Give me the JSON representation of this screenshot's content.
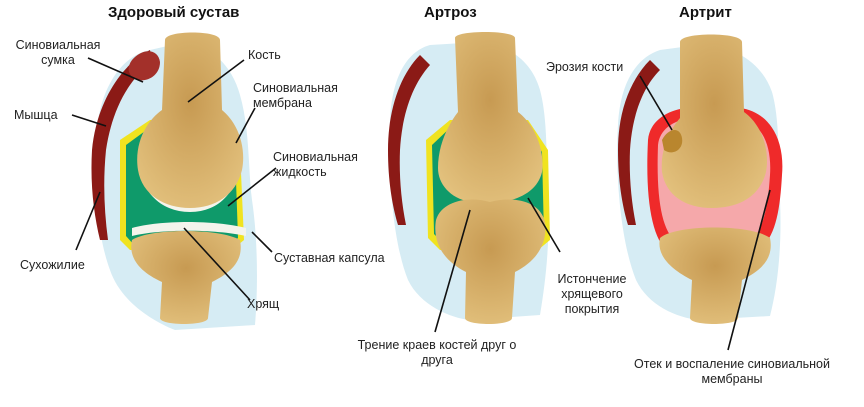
{
  "titles": {
    "healthy": "Здоровый сустав",
    "arthrosis": "Артроз",
    "arthritis": "Артрит"
  },
  "labels": {
    "synovial_bursa": "Синовиальная сумка",
    "muscle": "Мышца",
    "tendon": "Сухожилие",
    "bone": "Кость",
    "synovial_membrane": "Синовиальная мембрана",
    "synovial_fluid": "Синовиальная жидкость",
    "joint_capsule": "Суставная капсула",
    "cartilage": "Хрящ",
    "bone_friction": "Трение краев костей друг о друга",
    "cartilage_thinning": "Истончение хрящевого покрытия",
    "bone_erosion": "Эрозия кости",
    "membrane_inflammation": "Отек и воспаление синовиальной мембраны"
  },
  "colors": {
    "bone": "#d9b36a",
    "cartilage": "#f4f4ec",
    "synovial_fluid": "#0f9a6a",
    "synovial_membrane": "#f0e320",
    "capsule": "#d6ecf4",
    "muscle": "#8b1a16",
    "inflamed_fluid": "#ef2a2a",
    "inflamed_membrane": "#f5a8aa"
  }
}
